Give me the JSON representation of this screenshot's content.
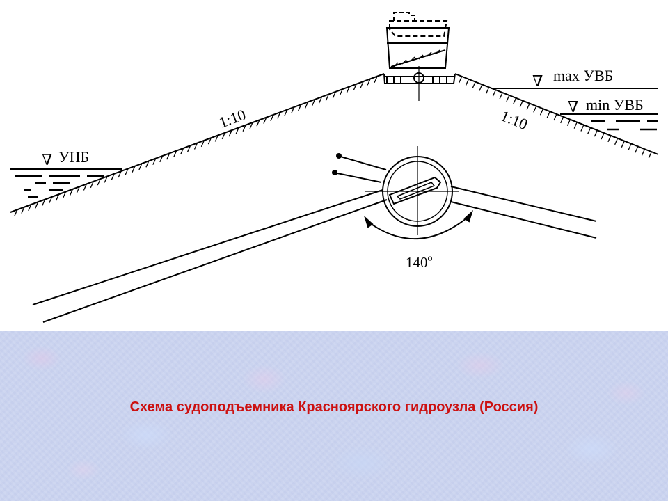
{
  "diagram": {
    "slope_left_label": "1:10",
    "slope_right_label": "1:10",
    "lower_water_label": "УНБ",
    "upper_max_label": "max УВБ",
    "upper_min_label": "min УВБ",
    "angle_label": "140",
    "angle_unit": "o",
    "water_marker_symbol": "∇"
  },
  "caption": {
    "text": "Схема судоподъемника Красноярского гидроузла (Россия)",
    "color": "#cc1111"
  },
  "colors": {
    "background_panel": "#c9d3ef",
    "line": "#000000"
  }
}
